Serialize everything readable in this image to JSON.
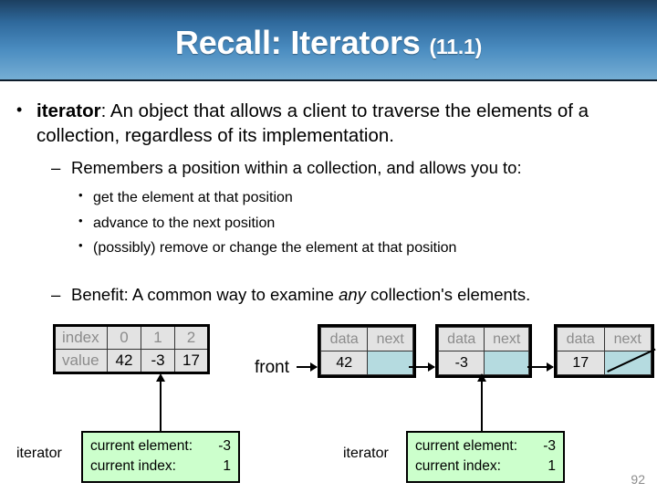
{
  "slide": {
    "title_main": "Recall: Iterators",
    "title_section": "(11.1)",
    "number": "92"
  },
  "bullets": {
    "level1": {
      "marker": "•",
      "term": "iterator",
      "text": ": An object that allows a client to traverse the elements of a collection, regardless of its implementation."
    },
    "level2": {
      "marker": "–",
      "text": "Remembers a position within a collection, and allows you to:"
    },
    "level3": [
      {
        "marker": "•",
        "text": "get the element at that position"
      },
      {
        "marker": "•",
        "text": "advance to the next position"
      },
      {
        "marker": "•",
        "text": "(possibly) remove or change the element at that position"
      }
    ],
    "benefit": {
      "marker": "–",
      "pre": "Benefit: A common way to examine ",
      "emphasis": "any",
      "post": " collection's elements."
    }
  },
  "array_diagram": {
    "row_labels": [
      "index",
      "value"
    ],
    "indices": [
      "0",
      "1",
      "2"
    ],
    "values": [
      "42",
      "-3",
      "17"
    ]
  },
  "linked_list": {
    "front_label": "front",
    "header_data": "data",
    "header_next": "next",
    "nodes": [
      {
        "data": "42",
        "next": "link"
      },
      {
        "data": "-3",
        "next": "link"
      },
      {
        "data": "17",
        "next": "null"
      }
    ]
  },
  "iterator_left": {
    "label": "iterator",
    "rows": [
      {
        "key": "current element:",
        "value": "-3"
      },
      {
        "key": "current index:",
        "value": "1"
      }
    ]
  },
  "iterator_right": {
    "label": "iterator",
    "rows": [
      {
        "key": "current element:",
        "value": "-3"
      },
      {
        "key": "current index:",
        "value": "1"
      }
    ]
  },
  "colors": {
    "banner_top": "#1c3f60",
    "banner_bottom": "#75aed4",
    "cell_gray": "#e3e3e3",
    "next_blue": "#b5dbe0",
    "iterator_green": "#ccffcc",
    "label_gray": "#8c8c8c"
  }
}
